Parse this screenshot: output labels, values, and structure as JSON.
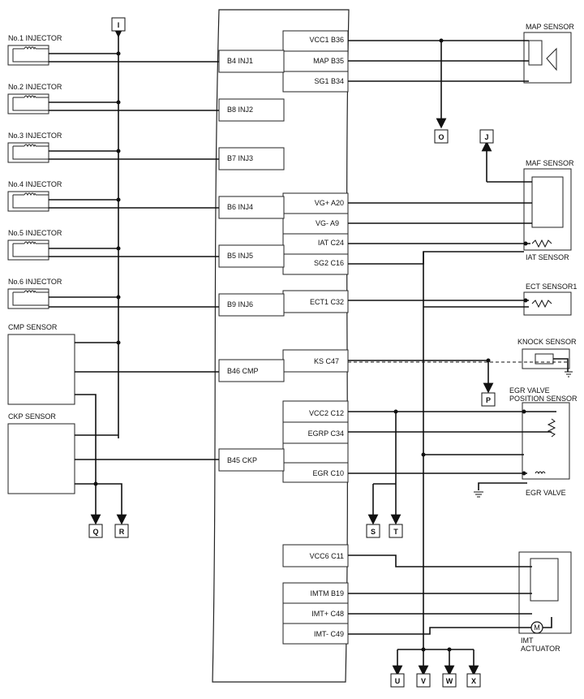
{
  "ecu_pins": [
    {
      "id": "vcc1",
      "label": "VCC1 B36"
    },
    {
      "id": "map",
      "label": "MAP B35"
    },
    {
      "id": "sg1",
      "label": "SG1 B34"
    },
    {
      "id": "vgp",
      "label": "VG+ A20"
    },
    {
      "id": "vgm",
      "label": "VG- A9"
    },
    {
      "id": "iat",
      "label": "IAT C24"
    },
    {
      "id": "sg2",
      "label": "SG2 C16"
    },
    {
      "id": "ect1",
      "label": "ECT1 C32"
    },
    {
      "id": "ks",
      "label": "KS C47"
    },
    {
      "id": "vcc2",
      "label": "VCC2 C12"
    },
    {
      "id": "egrp",
      "label": "EGRP C34"
    },
    {
      "id": "egr",
      "label": "EGR C10"
    },
    {
      "id": "vcc6",
      "label": "VCC6 C11"
    },
    {
      "id": "imtm",
      "label": "IMTM B19"
    },
    {
      "id": "imtp",
      "label": "IMT+ C48"
    },
    {
      "id": "imtn",
      "label": "IMT- C49"
    }
  ],
  "left_pins": [
    {
      "id": "inj1",
      "label": "B4 INJ1"
    },
    {
      "id": "inj2",
      "label": "B8 INJ2"
    },
    {
      "id": "inj3",
      "label": "B7 INJ3"
    },
    {
      "id": "inj4",
      "label": "B6 INJ4"
    },
    {
      "id": "inj5",
      "label": "B5 INJ5"
    },
    {
      "id": "inj6",
      "label": "B9 INJ6"
    },
    {
      "id": "cmp",
      "label": "B46 CMP"
    },
    {
      "id": "ckp",
      "label": "B45 CKP"
    }
  ],
  "components": {
    "inj1": "No.1 INJECTOR",
    "inj2": "No.2 INJECTOR",
    "inj3": "No.3 INJECTOR",
    "inj4": "No.4 INJECTOR",
    "inj5": "No.5 INJECTOR",
    "inj6": "No.6 INJECTOR",
    "cmp": "CMP SENSOR",
    "ckp": "CKP SENSOR",
    "map": "MAP SENSOR",
    "maf": "MAF SENSOR",
    "iat": "IAT SENSOR",
    "ect": "ECT SENSOR1",
    "knock": "KNOCK SENSOR",
    "egrpos1": "EGR VALVE",
    "egrpos2": "POSITION SENSOR",
    "egrvalve": "EGR VALVE",
    "imt1": "IMT",
    "imt2": "ACTUATOR"
  },
  "connectors": {
    "I": "I",
    "O": "O",
    "J": "J",
    "P": "P",
    "Q": "Q",
    "R": "R",
    "S": "S",
    "T": "T",
    "U": "U",
    "V": "V",
    "W": "W",
    "X": "X"
  },
  "motor_symbol": "M"
}
